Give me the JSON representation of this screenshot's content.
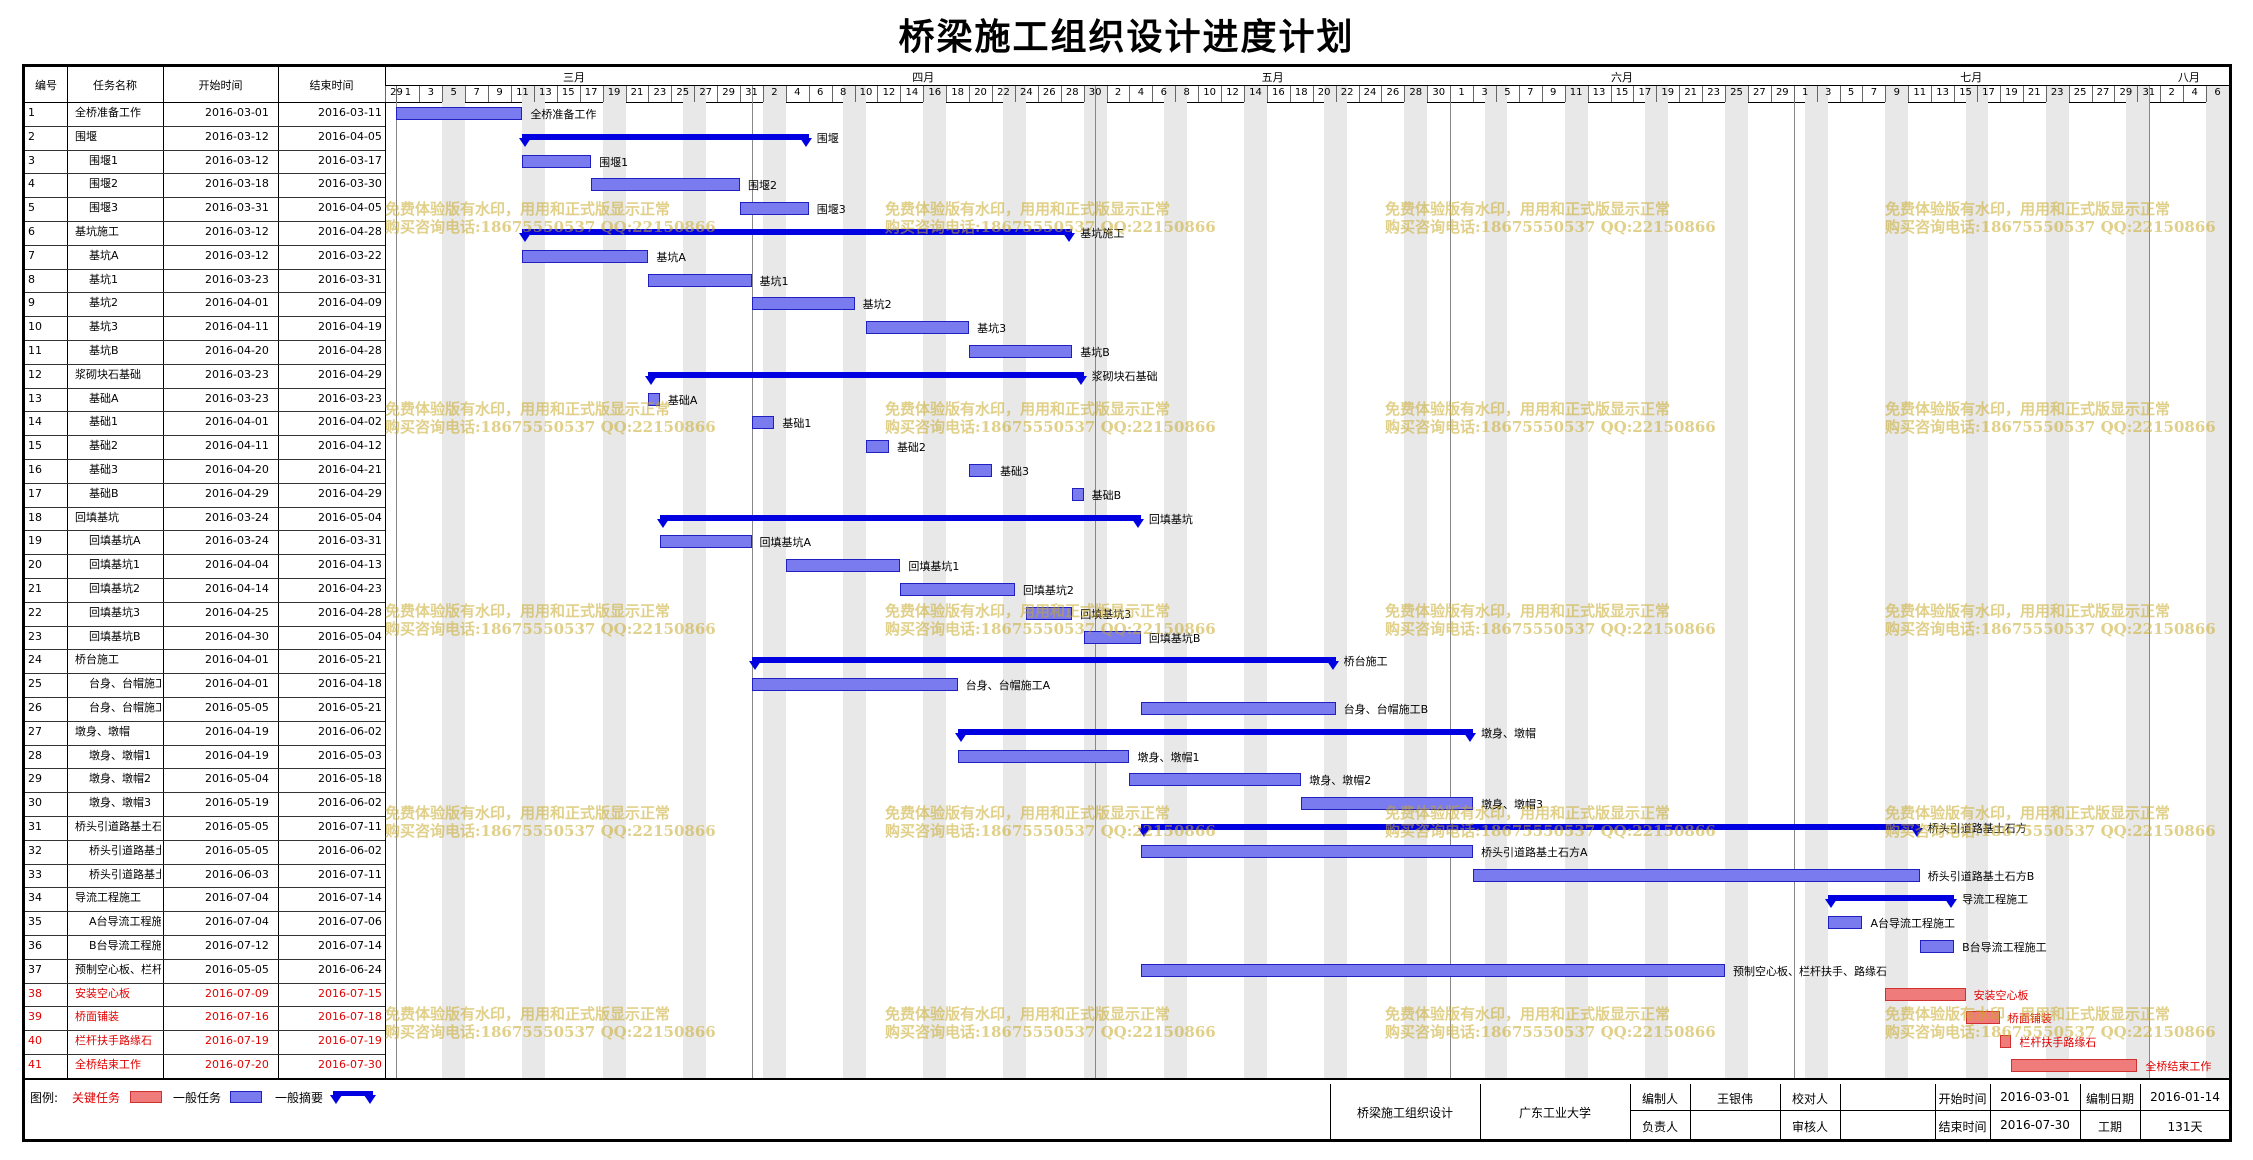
{
  "title": "桥梁施工组织设计进度计划",
  "columns": {
    "id": "编号",
    "name": "任务名称",
    "start": "开始时间",
    "end": "结束时间"
  },
  "months": [
    "三月",
    "四月",
    "五月",
    "六月",
    "七月",
    "八月"
  ],
  "tasks": [
    {
      "id": "1",
      "name": "全桥准备工作",
      "start": "2016-03-01",
      "end": "2016-03-11",
      "type": "normal",
      "indent": 0
    },
    {
      "id": "2",
      "name": "围堰",
      "start": "2016-03-12",
      "end": "2016-04-05",
      "type": "summary",
      "indent": 0
    },
    {
      "id": "3",
      "name": "围堰1",
      "start": "2016-03-12",
      "end": "2016-03-17",
      "type": "normal",
      "indent": 1
    },
    {
      "id": "4",
      "name": "围堰2",
      "start": "2016-03-18",
      "end": "2016-03-30",
      "type": "normal",
      "indent": 1
    },
    {
      "id": "5",
      "name": "围堰3",
      "start": "2016-03-31",
      "end": "2016-04-05",
      "type": "normal",
      "indent": 1
    },
    {
      "id": "6",
      "name": "基坑施工",
      "start": "2016-03-12",
      "end": "2016-04-28",
      "type": "summary",
      "indent": 0
    },
    {
      "id": "7",
      "name": "基坑A",
      "start": "2016-03-12",
      "end": "2016-03-22",
      "type": "normal",
      "indent": 1
    },
    {
      "id": "8",
      "name": "基坑1",
      "start": "2016-03-23",
      "end": "2016-03-31",
      "type": "normal",
      "indent": 1
    },
    {
      "id": "9",
      "name": "基坑2",
      "start": "2016-04-01",
      "end": "2016-04-09",
      "type": "normal",
      "indent": 1
    },
    {
      "id": "10",
      "name": "基坑3",
      "start": "2016-04-11",
      "end": "2016-04-19",
      "type": "normal",
      "indent": 1
    },
    {
      "id": "11",
      "name": "基坑B",
      "start": "2016-04-20",
      "end": "2016-04-28",
      "type": "normal",
      "indent": 1
    },
    {
      "id": "12",
      "name": "浆砌块石基础",
      "start": "2016-03-23",
      "end": "2016-04-29",
      "type": "summary",
      "indent": 0
    },
    {
      "id": "13",
      "name": "基础A",
      "start": "2016-03-23",
      "end": "2016-03-23",
      "type": "normal",
      "indent": 1
    },
    {
      "id": "14",
      "name": "基础1",
      "start": "2016-04-01",
      "end": "2016-04-02",
      "type": "normal",
      "indent": 1
    },
    {
      "id": "15",
      "name": "基础2",
      "start": "2016-04-11",
      "end": "2016-04-12",
      "type": "normal",
      "indent": 1
    },
    {
      "id": "16",
      "name": "基础3",
      "start": "2016-04-20",
      "end": "2016-04-21",
      "type": "normal",
      "indent": 1
    },
    {
      "id": "17",
      "name": "基础B",
      "start": "2016-04-29",
      "end": "2016-04-29",
      "type": "normal",
      "indent": 1
    },
    {
      "id": "18",
      "name": "回填基坑",
      "start": "2016-03-24",
      "end": "2016-05-04",
      "type": "summary",
      "indent": 0
    },
    {
      "id": "19",
      "name": "回填基坑A",
      "start": "2016-03-24",
      "end": "2016-03-31",
      "type": "normal",
      "indent": 1
    },
    {
      "id": "20",
      "name": "回填基坑1",
      "start": "2016-04-04",
      "end": "2016-04-13",
      "type": "normal",
      "indent": 1
    },
    {
      "id": "21",
      "name": "回填基坑2",
      "start": "2016-04-14",
      "end": "2016-04-23",
      "type": "normal",
      "indent": 1
    },
    {
      "id": "22",
      "name": "回填基坑3",
      "start": "2016-04-25",
      "end": "2016-04-28",
      "type": "normal",
      "indent": 1
    },
    {
      "id": "23",
      "name": "回填基坑B",
      "start": "2016-04-30",
      "end": "2016-05-04",
      "type": "normal",
      "indent": 1
    },
    {
      "id": "24",
      "name": "桥台施工",
      "start": "2016-04-01",
      "end": "2016-05-21",
      "type": "summary",
      "indent": 0
    },
    {
      "id": "25",
      "name": "台身、台帽施工A",
      "start": "2016-04-01",
      "end": "2016-04-18",
      "type": "normal",
      "indent": 1
    },
    {
      "id": "26",
      "name": "台身、台帽施工B",
      "start": "2016-05-05",
      "end": "2016-05-21",
      "type": "normal",
      "indent": 1
    },
    {
      "id": "27",
      "name": "墩身、墩帽",
      "start": "2016-04-19",
      "end": "2016-06-02",
      "type": "summary",
      "indent": 0
    },
    {
      "id": "28",
      "name": "墩身、墩帽1",
      "start": "2016-04-19",
      "end": "2016-05-03",
      "type": "normal",
      "indent": 1
    },
    {
      "id": "29",
      "name": "墩身、墩帽2",
      "start": "2016-05-04",
      "end": "2016-05-18",
      "type": "normal",
      "indent": 1
    },
    {
      "id": "30",
      "name": "墩身、墩帽3",
      "start": "2016-05-19",
      "end": "2016-06-02",
      "type": "normal",
      "indent": 1
    },
    {
      "id": "31",
      "name": "桥头引道路基土石方",
      "start": "2016-05-05",
      "end": "2016-07-11",
      "type": "summary",
      "indent": 0
    },
    {
      "id": "32",
      "name": "桥头引道路基土石方A",
      "start": "2016-05-05",
      "end": "2016-06-02",
      "type": "normal",
      "indent": 1
    },
    {
      "id": "33",
      "name": "桥头引道路基土石方B",
      "start": "2016-06-03",
      "end": "2016-07-11",
      "type": "normal",
      "indent": 1
    },
    {
      "id": "34",
      "name": "导流工程施工",
      "start": "2016-07-04",
      "end": "2016-07-14",
      "type": "summary",
      "indent": 0
    },
    {
      "id": "35",
      "name": "A台导流工程施工",
      "start": "2016-07-04",
      "end": "2016-07-06",
      "type": "normal",
      "indent": 1
    },
    {
      "id": "36",
      "name": "B台导流工程施工",
      "start": "2016-07-12",
      "end": "2016-07-14",
      "type": "normal",
      "indent": 1
    },
    {
      "id": "37",
      "name": "预制空心板、栏杆扶手、路缘石",
      "start": "2016-05-05",
      "end": "2016-06-24",
      "type": "normal",
      "indent": 0
    },
    {
      "id": "38",
      "name": "安装空心板",
      "start": "2016-07-09",
      "end": "2016-07-15",
      "type": "critical",
      "indent": 0
    },
    {
      "id": "39",
      "name": "桥面铺装",
      "start": "2016-07-16",
      "end": "2016-07-18",
      "type": "critical",
      "indent": 0
    },
    {
      "id": "40",
      "name": "栏杆扶手路缘石",
      "start": "2016-07-19",
      "end": "2016-07-19",
      "type": "critical",
      "indent": 0
    },
    {
      "id": "41",
      "name": "全桥结束工作",
      "start": "2016-07-20",
      "end": "2016-07-30",
      "type": "critical",
      "indent": 0
    }
  ],
  "watermark": {
    "line1": "免费体验版有水印，用用和正式版显示正常",
    "line2": "购买咨询电话:18675550537 QQ:22150866"
  },
  "legend": {
    "label": "图例:",
    "critical": "关键任务",
    "normal": "一般任务",
    "summary": "一般摘要"
  },
  "footer": {
    "project": "桥梁施工组织设计",
    "org": "广东工业大学",
    "editor_label": "编制人",
    "editor": "王银伟",
    "checker_label": "校对人",
    "checker": "",
    "owner_label": "负责人",
    "owner": "",
    "reviewer_label": "审核人",
    "reviewer": "",
    "start_label": "开始时间",
    "start": "2016-03-01",
    "compile_label": "编制日期",
    "compile": "2016-01-14",
    "end_label": "结束时间",
    "end": "2016-07-30",
    "duration_label": "工期",
    "duration": "131天"
  },
  "colors": {
    "bar": "#7b7bf0",
    "summary": "#0000e0",
    "critical": "#f07b7b",
    "critical_text": "#e00000",
    "watermark": "#c8aa28"
  }
}
